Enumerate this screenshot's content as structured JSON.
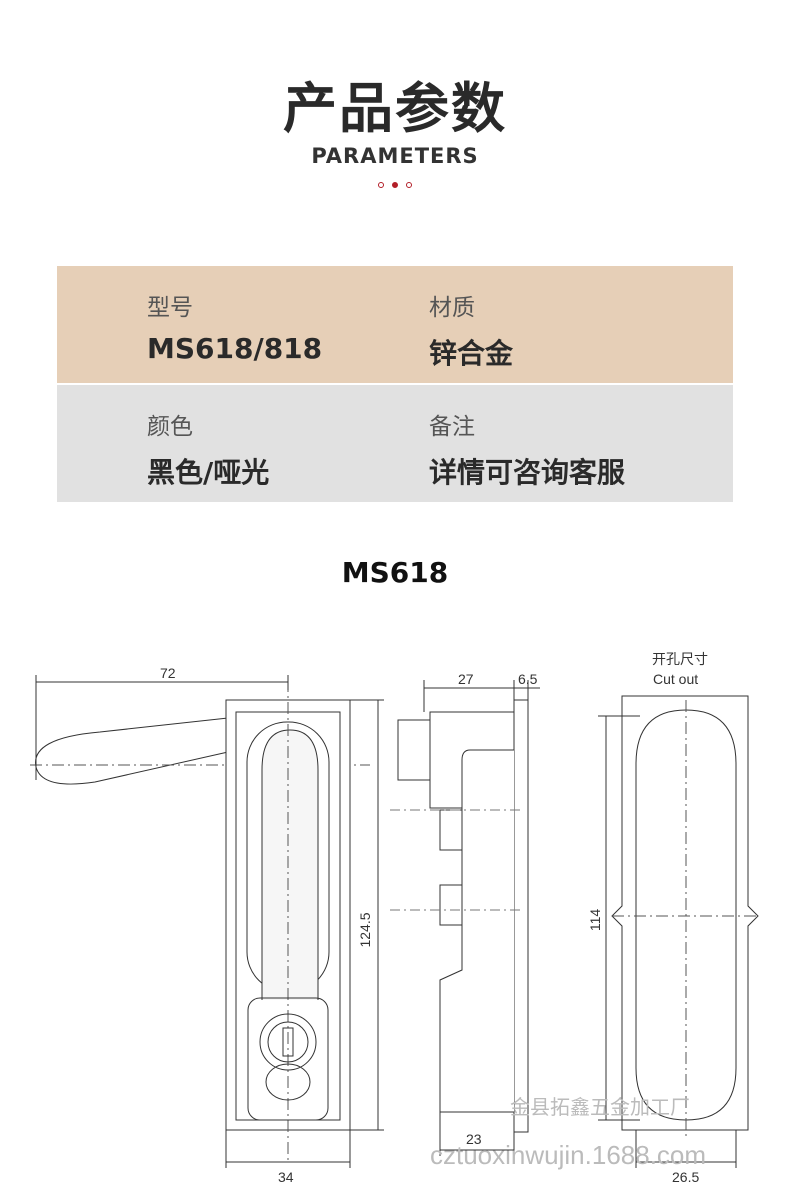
{
  "header": {
    "title_cn": "产品参数",
    "title_en": "PARAMETERS"
  },
  "params": [
    {
      "label": "型号",
      "value": "MS618/818"
    },
    {
      "label": "材质",
      "value": "锌合金"
    },
    {
      "label": "颜色",
      "value": "黑色/哑光"
    },
    {
      "label": "备注",
      "value": "详情可咨询客服"
    }
  ],
  "drawing": {
    "model": "MS618",
    "dims": {
      "handle_length": "72",
      "height": "124.5",
      "base_width": "34",
      "depth": "27",
      "plate": "6.5",
      "body_depth": "23",
      "cutout_label_cn": "开孔尺寸",
      "cutout_label_en": "Cut out",
      "cutout_height": "114",
      "cutout_width": "26.5"
    },
    "watermark_1": "金县拓鑫五金加工厂",
    "watermark_2": "cztuoxinwujin.1688.com"
  },
  "colors": {
    "accent": "#b21e28",
    "row1_bg": "#e6cfb7",
    "row2_bg": "#e1e1e1"
  }
}
